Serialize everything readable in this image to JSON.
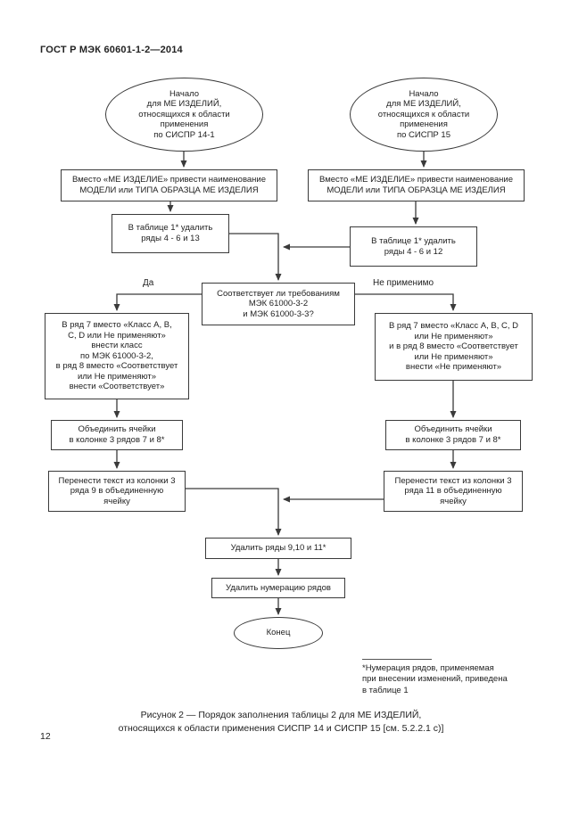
{
  "page": {
    "header": "ГОСТ Р МЭК 60601-1-2—2014",
    "page_number": "12",
    "footnote": "*Нумерация рядов, применяемая\nпри внесении изменений, приведена\nв таблице 1",
    "caption": "Рисунок 2 — Порядок заполнения таблицы 2 для МЕ ИЗДЕЛИЙ,\nотносящихся к области применения  СИСПР 14  и СИСПР 15 [см. 5.2.2.1 с)]"
  },
  "flowchart": {
    "start_left": "Начало\nдля МЕ ИЗДЕЛИЙ,\nотносящихся к области\nприменения\nпо СИСПР 14-1",
    "start_right": "Начало\nдля МЕ ИЗДЕЛИЙ,\nотносящихся к области\nприменения\nпо СИСПР 15",
    "rename_left": "Вместо «МЕ ИЗДЕЛИЕ» привести наименование\nМОДЕЛИ или ТИПА ОБРАЗЦА МЕ ИЗДЕЛИЯ",
    "rename_right": "Вместо «МЕ ИЗДЕЛИЕ» привести наименование\nМОДЕЛИ или ТИПА ОБРАЗЦА МЕ ИЗДЕЛИЯ",
    "delete_rows_left": "В таблице 1* удалить\nряды 4 - 6 и 13",
    "delete_rows_right": "В таблице 1* удалить\nряды 4 - 6 и 12",
    "decision": "Соответствует ли требованиям\nМЭК 61000-3-2\nи МЭК 61000-3-3?",
    "label_yes": "Да",
    "label_not_applicable": "Не применимо",
    "edit_left": "В ряд 7 вместо «Класс А, В,\nС, D или Не применяют»\nвнести класс\nпо МЭК 61000-3-2,\nв ряд 8 вместо «Соответствует\nили Не применяют»\nвнести «Соответствует»",
    "edit_right": "В ряд 7 вместо «Класс А, В, С, D\nили Не применяют»\nи в ряд 8 вместо «Соответствует\nили Не применяют»\nвнести «Не применяют»",
    "merge_left": "Объединить ячейки\nв колонке 3 рядов 7 и 8*",
    "merge_right": "Объединить ячейки\nв колонке 3 рядов 7 и 8*",
    "move_left": "Перенести текст из колонки 3\nряда 9 в объединенную\nячейку",
    "move_right": "Перенести текст из колонки 3\nряда 11 в объединенную\nячейку",
    "delete_final": "Удалить ряды 9,10 и 11*",
    "delete_numbering": "Удалить нумерацию рядов",
    "end": "Конец"
  },
  "colors": {
    "line": "#3a3a3a",
    "text": "#222222",
    "background": "#ffffff"
  }
}
